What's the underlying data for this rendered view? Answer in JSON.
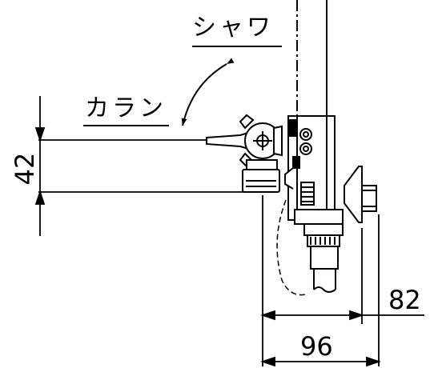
{
  "labels": {
    "shower": "シャワ",
    "faucet": "カラン"
  },
  "dimensions": {
    "height": "42",
    "offset_right": "82",
    "width_bottom": "96"
  },
  "colors": {
    "line": "#000000",
    "background": "#ffffff"
  }
}
